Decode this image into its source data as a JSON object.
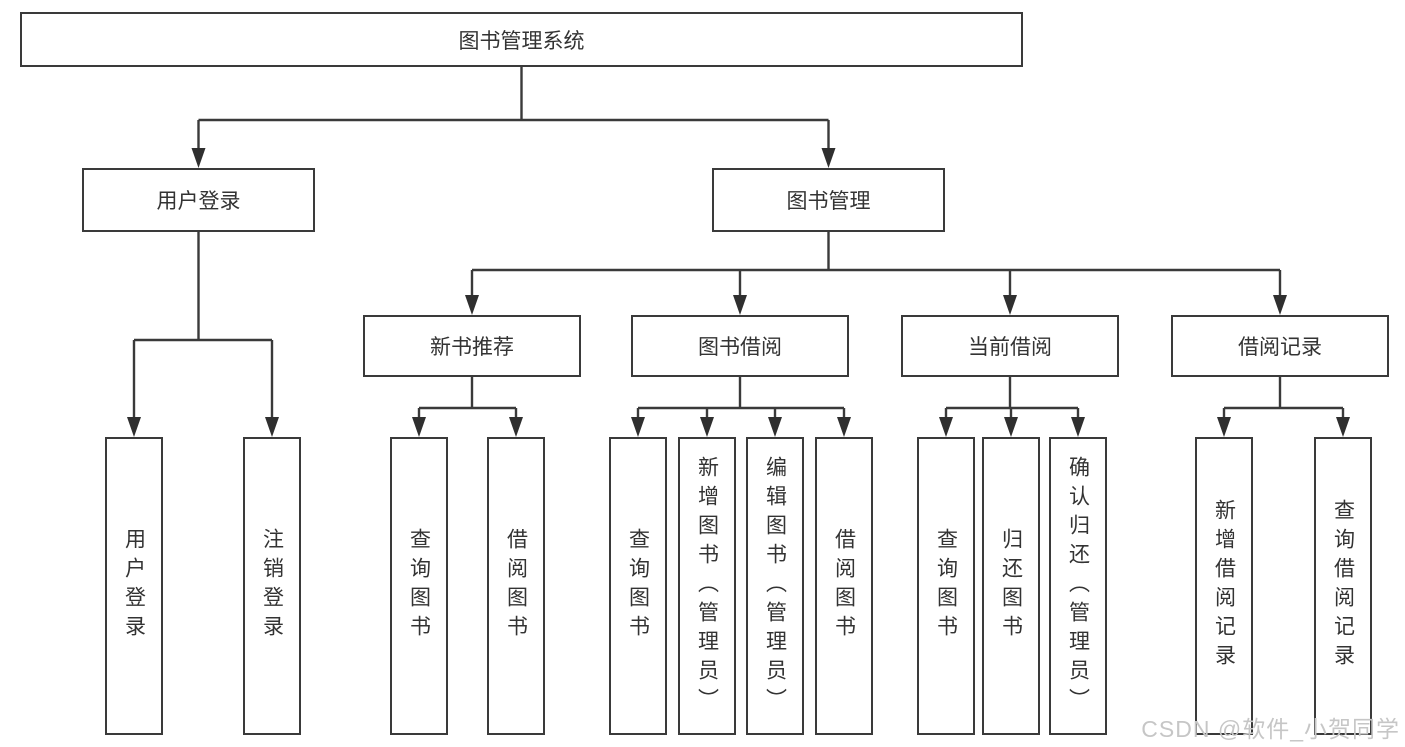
{
  "diagram": {
    "root": {
      "label": "图书管理系统"
    },
    "level2": [
      {
        "label": "用户登录"
      },
      {
        "label": "图书管理"
      }
    ],
    "level3": [
      {
        "label": "新书推荐"
      },
      {
        "label": "图书借阅"
      },
      {
        "label": "当前借阅"
      },
      {
        "label": "借阅记录"
      }
    ],
    "leaves": {
      "user_login": [
        "用户登录",
        "注销登录"
      ],
      "new_book": [
        "查询图书",
        "借阅图书"
      ],
      "borrow": [
        "查询图书",
        "新增图书（管理员）",
        "编辑图书（管理员）",
        "借阅图书"
      ],
      "current": [
        "查询图书",
        "归还图书",
        "确认归还（管理员）"
      ],
      "records": [
        "新增借阅记录",
        "查询借阅记录"
      ]
    }
  },
  "watermark": {
    "text": "CSDN @软件_小贺同学"
  },
  "colors": {
    "line": "#3a3a3a",
    "box_border": "#3a3a3a",
    "text": "#333333",
    "background": "#ffffff",
    "watermark": "#c6c6c6"
  }
}
